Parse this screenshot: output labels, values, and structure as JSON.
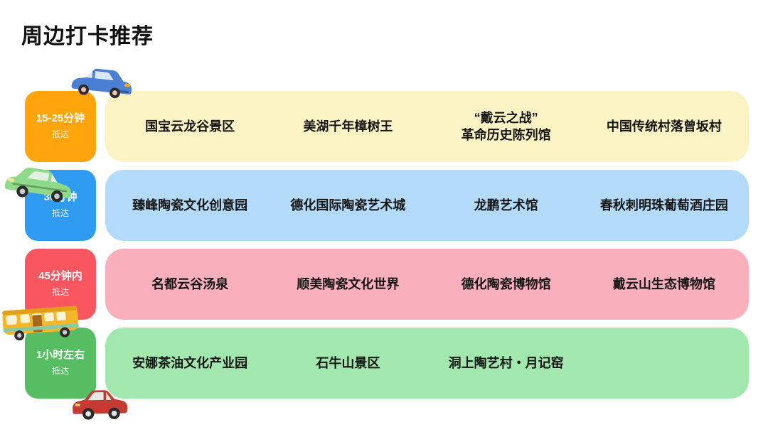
{
  "page": {
    "title": "周边打卡推荐"
  },
  "rows": [
    {
      "time": "15-25分钟",
      "arrive": "抵达",
      "label_color": "#FFA40B",
      "bar_color": "#FBF3C3",
      "items": [
        [
          "国宝云龙谷景区"
        ],
        [
          "美湖千年樟树王"
        ],
        [
          "“戴云之战”",
          "革命历史陈列馆"
        ],
        [
          "中国传统村落曾坂村"
        ]
      ]
    },
    {
      "time": "30分钟",
      "arrive": "抵达",
      "label_color": "#2E9BF0",
      "bar_color": "#B3DAF8",
      "items": [
        [
          "臻峰陶瓷文化创意园"
        ],
        [
          "德化国际陶瓷艺术城"
        ],
        [
          "龙鹏艺术馆"
        ],
        [
          "春秋刺明珠葡萄酒庄园"
        ]
      ]
    },
    {
      "time": "45分钟内",
      "arrive": "抵达",
      "label_color": "#F9565F",
      "bar_color": "#F9AFBC",
      "items": [
        [
          "名都云谷汤泉"
        ],
        [
          "顺美陶瓷文化世界"
        ],
        [
          "德化陶瓷博物馆"
        ],
        [
          "戴云山生态博物馆"
        ]
      ]
    },
    {
      "time": "1小时左右",
      "arrive": "抵达",
      "label_color": "#56BD62",
      "bar_color": "#A2E7AD",
      "items": [
        [
          "安娜茶油文化产业园"
        ],
        [
          "石牛山景区"
        ],
        [
          "洞上陶艺村・月记窑"
        ],
        [
          ""
        ]
      ]
    }
  ],
  "vehicles": [
    {
      "name": "blue-car",
      "color": "#4A7FD4"
    },
    {
      "name": "green-car",
      "color": "#8FD98A"
    },
    {
      "name": "yellow-bus",
      "color": "#F5B729"
    },
    {
      "name": "red-car",
      "color": "#C63A34"
    }
  ]
}
